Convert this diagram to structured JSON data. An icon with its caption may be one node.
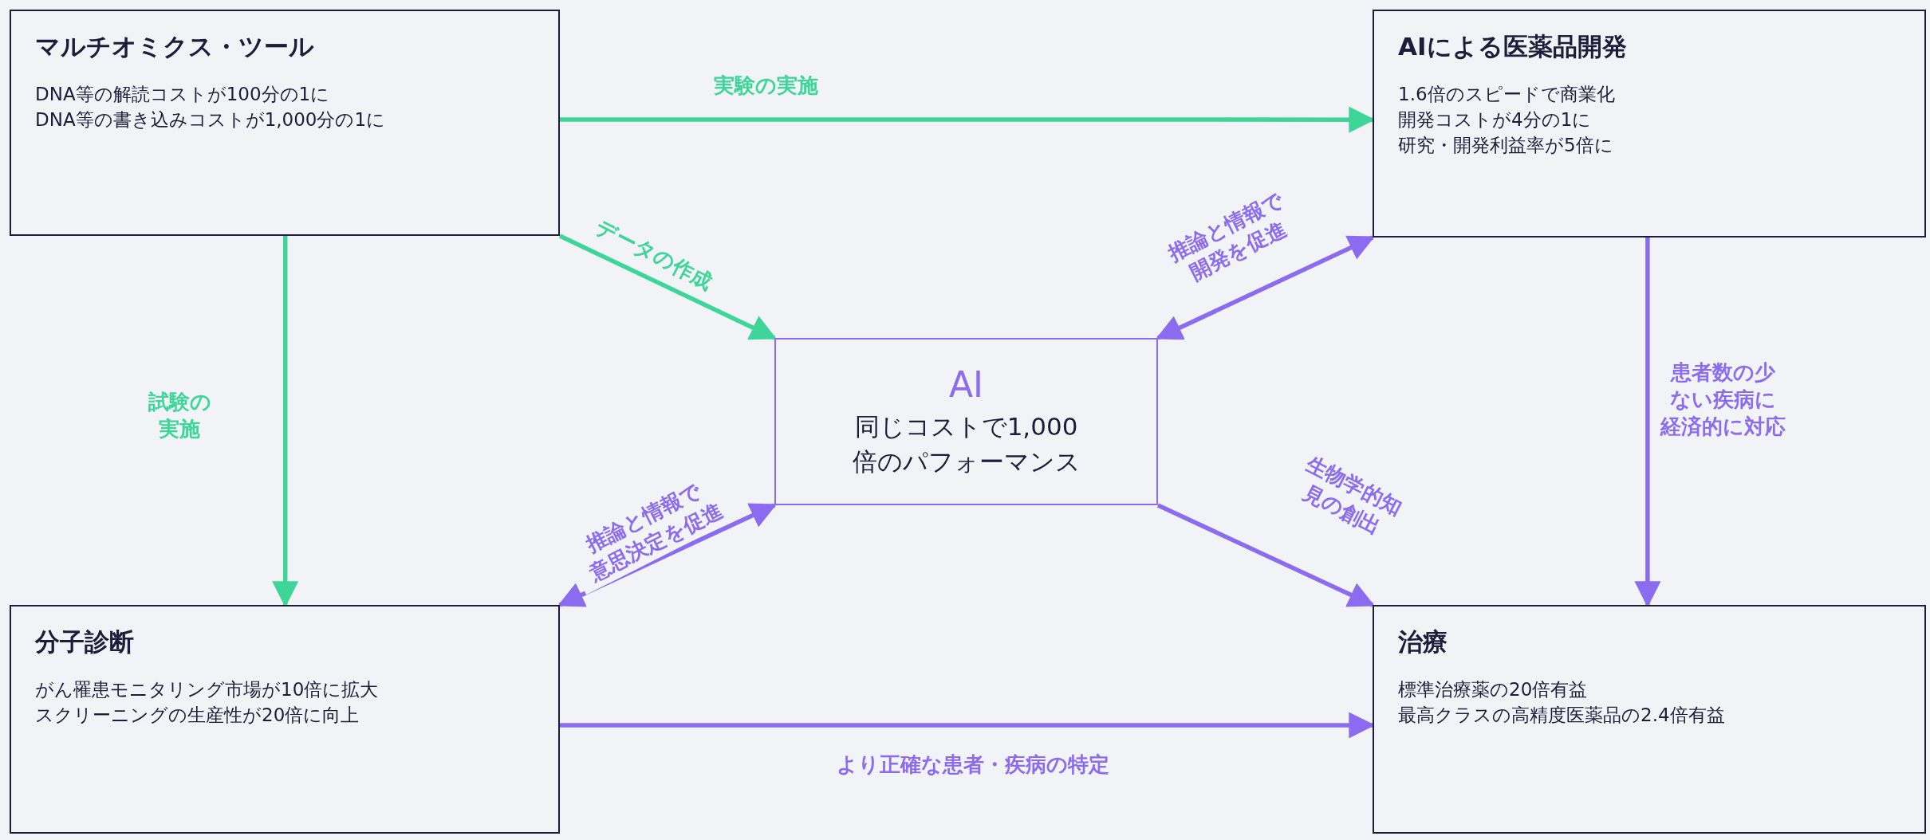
{
  "diagram": {
    "nodes": [
      {
        "text": [
          "マルチオミクス・ツール",
          "DNA等の解読コストが100分の1に",
          "DNA等の書き込みコストが1,000分の1に"
        ]
      },
      {
        "text": [
          "AIによる医薬品開発",
          "1.6倍のスピードで商業化",
          "開発コストが4分の1に",
          "研究・開発利益率が5倍に"
        ]
      },
      {
        "text": [
          "AI",
          "同じコストで1,000倍のパフォーマンス"
        ]
      },
      {
        "text": [
          "分子診断",
          "がん罹患モニタリング市場が10倍に拡大",
          "スクリーニングの生産性が20倍に向上"
        ]
      },
      {
        "text": [
          "治療",
          "標準治療薬の20倍有益",
          "最高クラスの高精度医薬品の2.4倍有益"
        ]
      }
    ],
    "edges": [
      {
        "from": 0,
        "to": 1,
        "arrow": "to",
        "label": "実験の実施",
        "color": "#3dd598"
      },
      {
        "from": 0,
        "to": 3,
        "arrow": "to",
        "label": "試験の実施",
        "color": "#3dd598"
      },
      {
        "from": 0,
        "to": 2,
        "arrow": "to",
        "label": "データの作成",
        "color": "#3dd598"
      },
      {
        "from": 1,
        "to": 2,
        "arrow": "both",
        "label": "推論と情報で開発を促進"
      },
      {
        "from": 2,
        "to": 3,
        "arrow": "both",
        "label": "推論と情報で意思決定を促進"
      },
      {
        "from": 2,
        "to": 4,
        "arrow": "to",
        "label": "生物学的知見の創出"
      },
      {
        "from": 1,
        "to": 4,
        "arrow": "to",
        "label": "患者数の少ない疾病に経済的に対応"
      },
      {
        "from": 3,
        "to": 4,
        "arrow": "to",
        "label": "より正確な患者・疾病の特定"
      }
    ]
  }
}
